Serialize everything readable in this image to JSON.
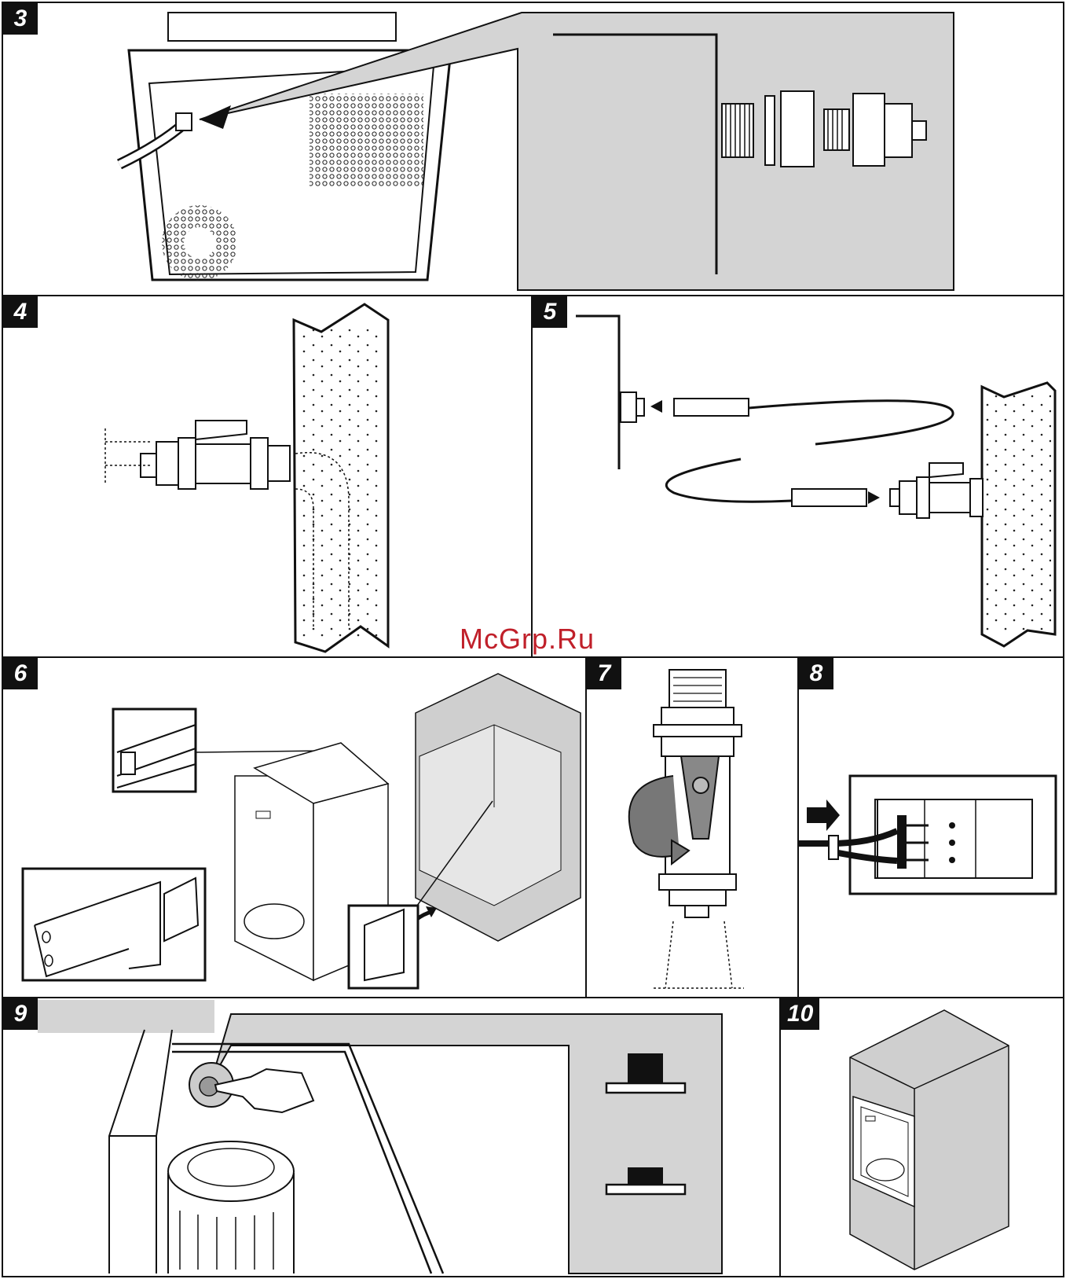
{
  "page": {
    "title": "Installation steps diagram sheet",
    "watermark": "McGrp.Ru"
  },
  "steps": [
    {
      "number": "3"
    },
    {
      "number": "4"
    },
    {
      "number": "5"
    },
    {
      "number": "6"
    },
    {
      "number": "7"
    },
    {
      "number": "8"
    },
    {
      "number": "9"
    },
    {
      "number": "10"
    }
  ],
  "colors": {
    "panel_border": "#111111",
    "callout_gray": "#d4d4d4",
    "cabinet_gray": "#cfcfcf",
    "watermark_red": "#c0202a"
  }
}
